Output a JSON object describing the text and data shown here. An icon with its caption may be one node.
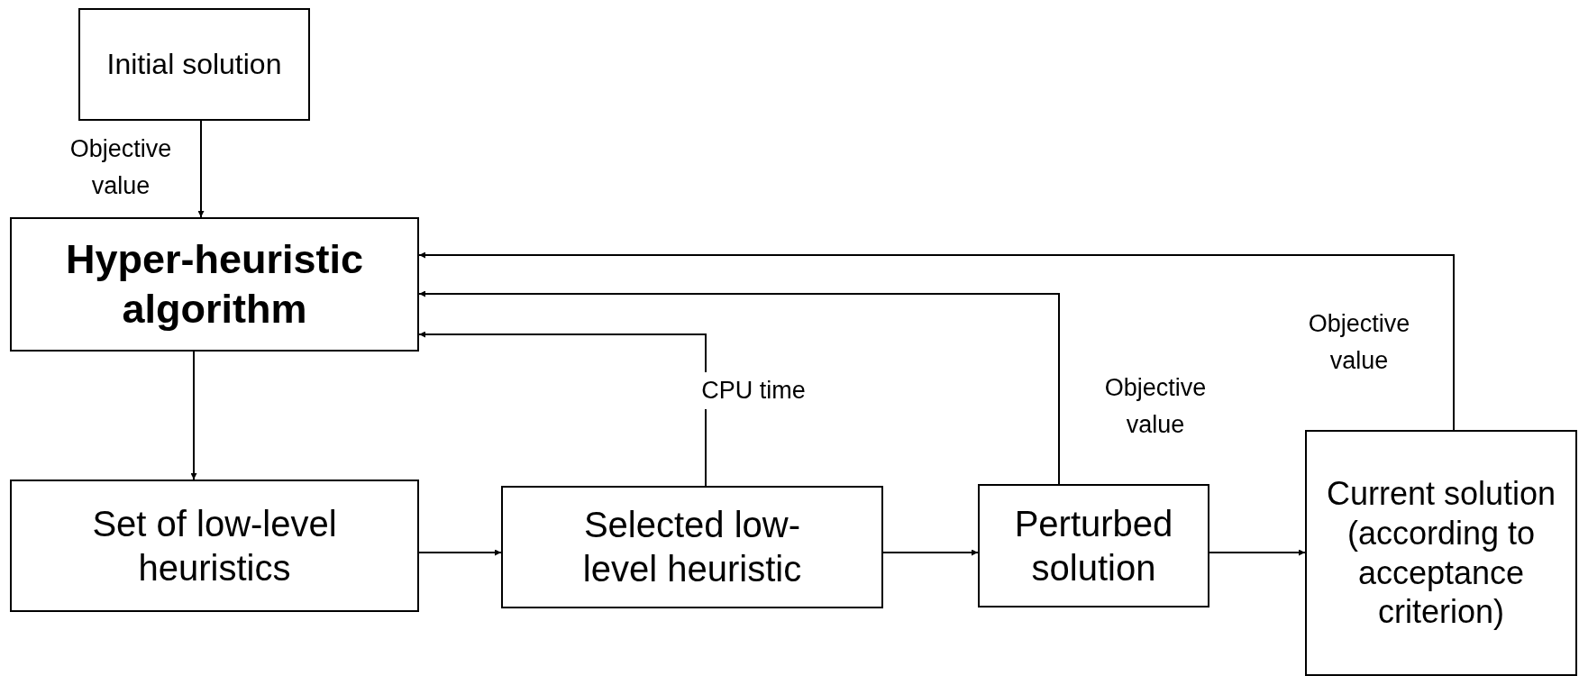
{
  "diagram": {
    "nodes": [
      {
        "text": [
          "Initial solution"
        ]
      },
      {
        "text": [
          "Hyper-heuristic algorithm"
        ]
      },
      {
        "text": [
          "Set of low-level heuristics"
        ]
      },
      {
        "text": [
          "Selected low-level heuristic"
        ]
      },
      {
        "text": [
          "Perturbed solution"
        ]
      },
      {
        "text": [
          "Current solution (according to acceptance criterion)"
        ]
      }
    ],
    "edges": [
      {
        "from": 0,
        "to": 1,
        "arrow": "to",
        "label": "Objective value"
      },
      {
        "from": 1,
        "to": 2,
        "arrow": "to"
      },
      {
        "from": 2,
        "to": 3,
        "arrow": "to"
      },
      {
        "from": 3,
        "to": 4,
        "arrow": "to"
      },
      {
        "from": 4,
        "to": 5,
        "arrow": "to"
      },
      {
        "from": 3,
        "to": 1,
        "arrow": "to",
        "label": "CPU time"
      },
      {
        "from": 4,
        "to": 1,
        "arrow": "to",
        "label": "Objective value"
      },
      {
        "from": 5,
        "to": 1,
        "arrow": "to",
        "label": "Objective value"
      }
    ]
  }
}
